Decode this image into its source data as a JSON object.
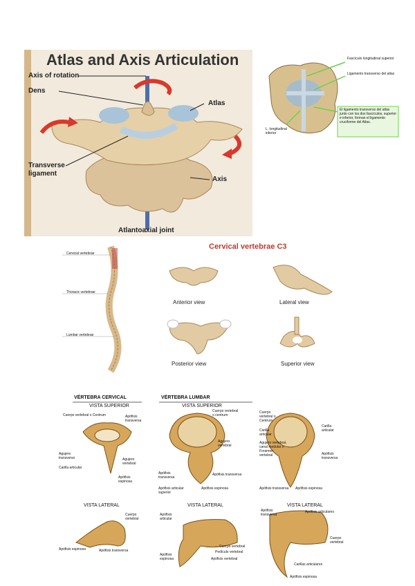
{
  "atlas_panel": {
    "title": "Atlas and Axis Articulation",
    "labels": {
      "axis_of_rotation": "Axis of rotation",
      "dens": "Dens",
      "atlas": "Atlas",
      "transverse_ligament_1": "Transverse",
      "transverse_ligament_2": "ligament",
      "axis": "Axis",
      "joint": "Atlantoaxial joint"
    }
  },
  "ligament_panel": {
    "labels": {
      "top": "Fascículo longitudinal superior",
      "middle": "Ligamento transverso del atlas",
      "left": "L. longitudinal inferior",
      "note": "El ligamento transverso del atlas junto con los dos fascículos, superior e inferior, forman el ligamento cruciforme del Atlas."
    }
  },
  "cervical_panel": {
    "title": "Cervical vertebrae C3",
    "spine_labels": {
      "cervical": "Cervical vertebrae",
      "thoracic": "Thoracic vertebrae",
      "lumbar": "Lumbar vertebrae"
    },
    "views": {
      "anterior": "Anterior view",
      "lateral": "Lateral view",
      "posterior": "Posterior view",
      "superior": "Superior view"
    }
  },
  "comparison_panel": {
    "headers": {
      "cervical": "VÉRTEBRA CERVICAL",
      "lumbar": "VÉRTEBRA LUMBAR"
    },
    "subheaders": {
      "superior_1": "VISTA SUPERIOR",
      "superior_2": "VISTA SUPERIOR",
      "lateral_1": "VISTA LATERAL",
      "lateral_2": "VISTA LATERAL",
      "lateral_3": "VISTA LATERAL"
    },
    "labels": {
      "c_cuerpo": "Cuerpo vertebral o Centrum",
      "c_apofisis_transversa": "Apófisis transversa",
      "c_agujero_transverso": "Agujero transverso",
      "c_agujero_vertebral": "Agujero vertebral",
      "c_carilla": "Carilla articular",
      "c_apofisis_espinosa": "Apófisis espinosa",
      "l_cuerpo": "Cuerpo vertebral o centrum",
      "l_agujero": "Agujero vertebral",
      "l_transversa_izq": "Apófisis transversa",
      "l_transversa_der": "Apófisis transversa",
      "l_articular_sup": "Apófisis articular superior",
      "l_espinosa": "Apófisis espinosa",
      "t_cuerpo": "Cuerpo vertebral o Centrum",
      "t_carilla": "Carilla articular",
      "t_agujero": "Agujero vertebral, canal medular o Foramen vertebral",
      "t_carilla_2": "Carilla articular",
      "t_transversa": "Apófisis transversa",
      "t_transversa_2": "Apófisis transversa",
      "t_espinosa": "Apófisis espinosa",
      "lc_cuerpo": "Cuerpo vertebral",
      "lc_espinosa": "Apófisis espinosa",
      "lc_transversa": "Apófisis transversa",
      "ll_articular": "Apófisis articular",
      "ll_cuerpo": "Cuerpo vertebral",
      "ll_pediculo": "Pedículo vertebral",
      "ll_espinosa": "Apófisis espinosa",
      "ll_vertebral": "Apófisis vertebral",
      "lt_transversa": "Apófisis transversa",
      "lt_articulares": "Apófisis articulares",
      "lt_cuerpo": "Cuerpo vertebral",
      "lt_carillas": "Carillas articulares",
      "lt_espinosa": "Apófisis espinosa"
    }
  },
  "colors": {
    "bone": "#e0c9a0",
    "bone_dark": "#b8955e",
    "cartilage": "#a9c4d8",
    "arrow_red": "#d9382a",
    "panel_bg": "#f5eedf",
    "note_green": "#6bd14a"
  }
}
